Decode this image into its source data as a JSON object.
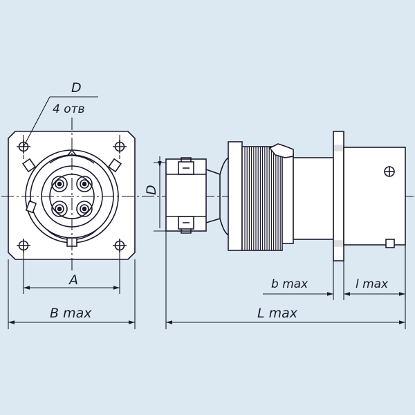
{
  "labels": {
    "hole_diameter": "D",
    "hole_count": "4 отв",
    "mounting_spacing": "A",
    "flange_width": "B max",
    "connector_diameter": "D",
    "flange_thickness": "b max",
    "rear_length": "l max",
    "total_length": "L max"
  },
  "colors": {
    "background": "#dce9f3",
    "line": "#1a1a2e",
    "fill": "#ffffff"
  }
}
